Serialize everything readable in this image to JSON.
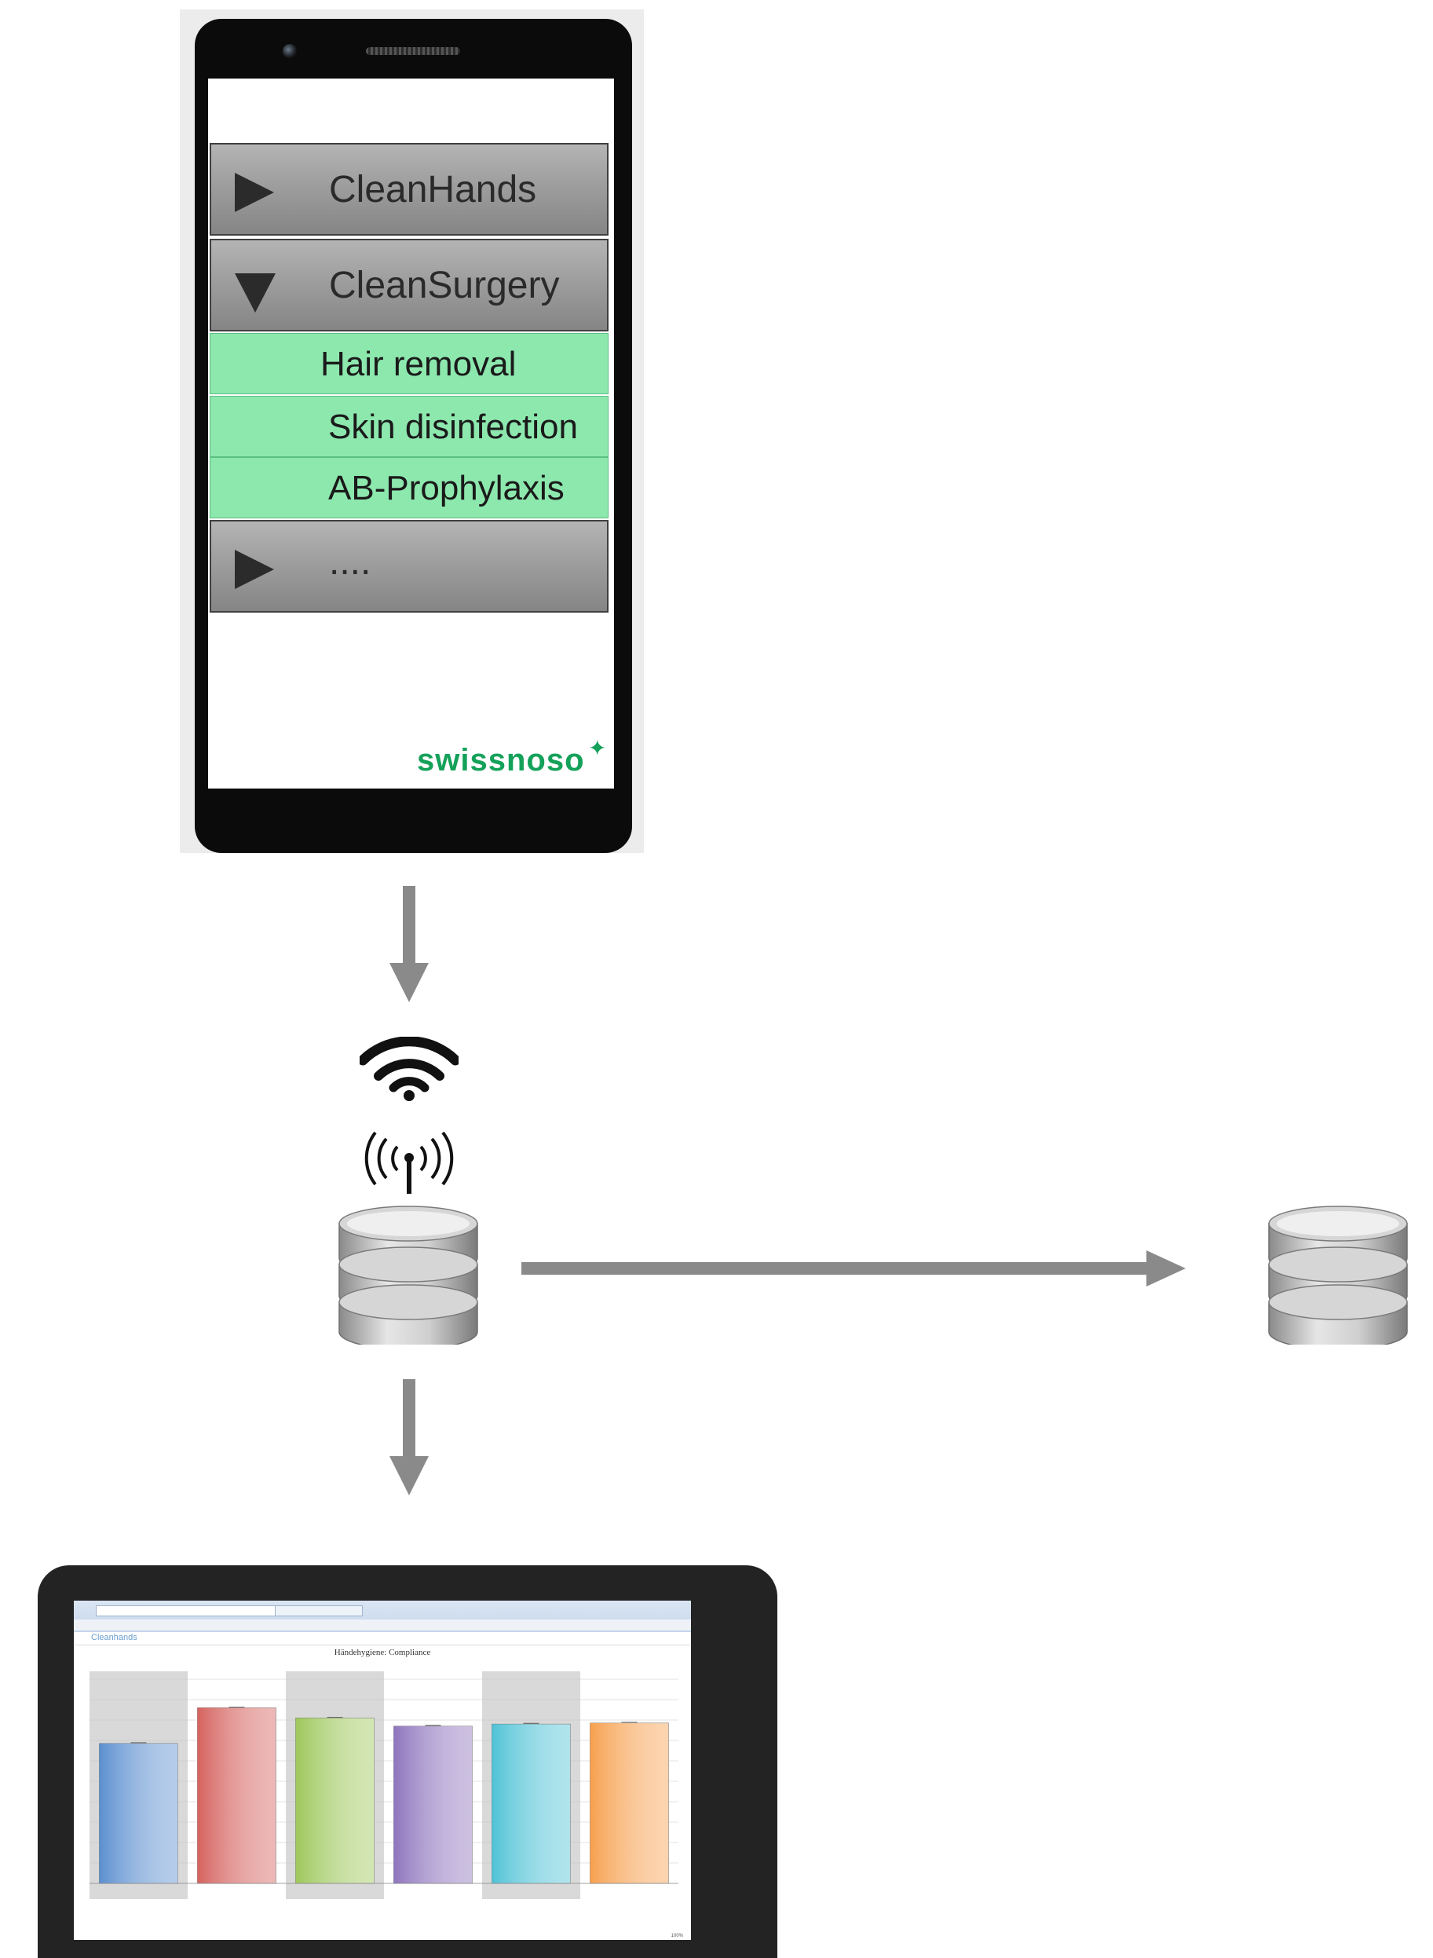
{
  "phone_menu": {
    "items": [
      {
        "label": "CleanHands",
        "state": "collapsed"
      },
      {
        "label": "CleanSurgery",
        "state": "expanded"
      },
      {
        "label": "....",
        "state": "collapsed"
      }
    ],
    "subitems": [
      "Hair removal",
      "Skin disinfection",
      "AB-Prophylaxis"
    ],
    "logo": "swissnoso"
  },
  "colors": {
    "menu_item": "#9e9e9e",
    "subitem": "#8de8ae",
    "logo": "#14a15a",
    "arrow": "#8a8a8a"
  },
  "icons": [
    "wifi-icon",
    "antenna-icon",
    "database-icon",
    "database-icon"
  ],
  "dashboard": {
    "app_title": "Cleanhands",
    "zoom": "100%"
  },
  "chart_data": {
    "type": "bar",
    "title": "Händehygiene: Compliance",
    "ylim": [
      0,
      100
    ],
    "grid": true,
    "values": [
      68.5,
      86,
      81,
      77,
      78,
      78.5
    ],
    "colors": [
      "#5b8fd0",
      "#d5625e",
      "#9dc75a",
      "#8e74bd",
      "#4fc2d6",
      "#f7a04e"
    ]
  }
}
